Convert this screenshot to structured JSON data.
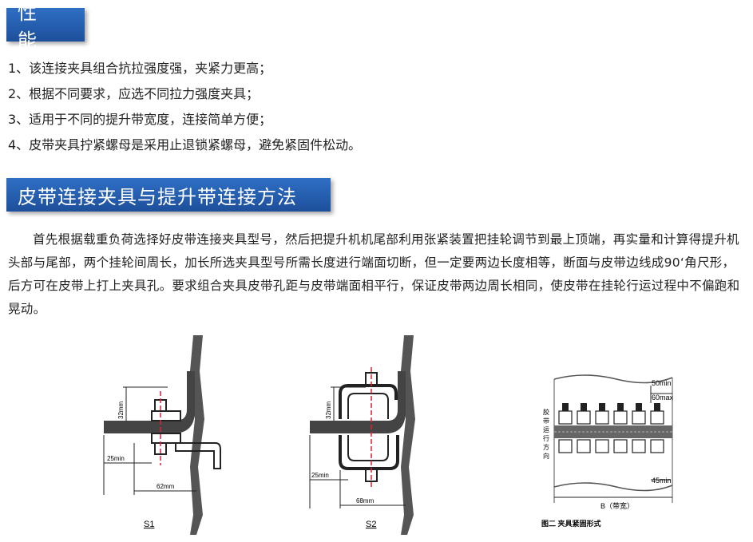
{
  "section1": {
    "title": "性 能",
    "items": [
      "1、该连接夹具组合抗拉强度强，夹紧力更高；",
      "2、根据不同要求，应选不同拉力强度夹具；",
      "3、适用于不同的提升带宽度，连接简单方便；",
      "4、皮带夹具拧紧螺母是采用止退锁紧螺母，避免紧固件松动。"
    ]
  },
  "section2": {
    "title": "皮带连接夹具与提升带连接方法",
    "paragraph": "首先根据载重负荷选择好皮带连接夹具型号，然后把提升机机尾部利用张紧装置把挂轮调节到最上顶端，再实量和计算得提升机头部与尾部，两个挂轮间周长，加长所选夹具型号所需长度进行端面切断，但一定要两边长度相等，断面与皮带边线成90‘角尺形，后方可在皮带上打上夹具孔。要求组合夹具皮带孔距与皮带端面相平行，保证皮带两边周长相同，使皮带在挂轮行运过程中不偏跑和晃动。"
  },
  "diagrams": {
    "s1": {
      "dim_vertical": "32mm",
      "dim_left": "25min",
      "dim_bottom": "62mm",
      "caption": "S1"
    },
    "s2": {
      "dim_vertical": "32mm",
      "dim_left": "25min",
      "dim_bottom": "68mm",
      "caption": "S2"
    },
    "fig2": {
      "dim_top1": "50min",
      "dim_top2": "60max",
      "side_label": [
        "胶",
        "带",
        "运",
        "行",
        "方",
        "向"
      ],
      "dim_right": "45min",
      "width_label": "B（带宽）",
      "caption": "图二  夹具紧固形式"
    }
  }
}
